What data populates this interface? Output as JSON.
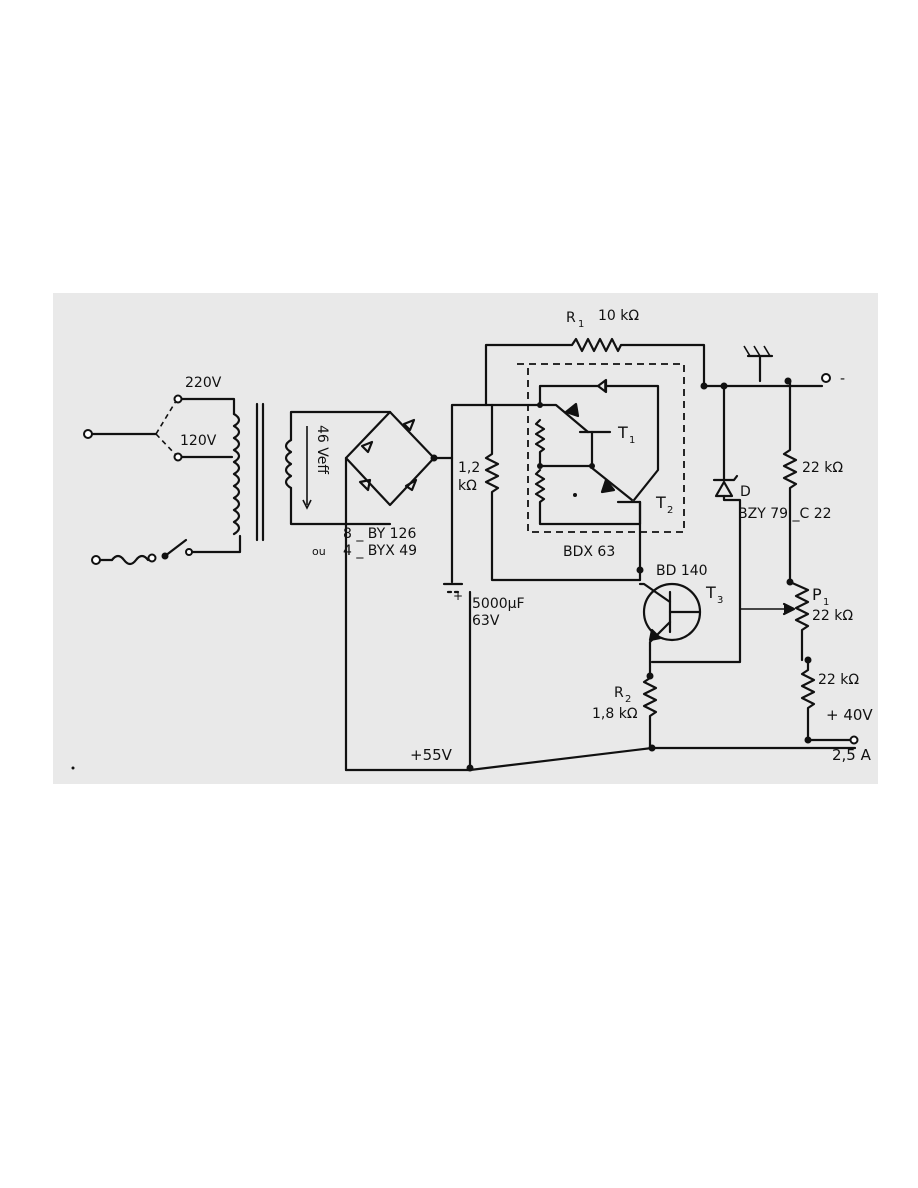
{
  "labels": {
    "v220": "220V",
    "v120": "120V",
    "secondary": "46 Veff",
    "rect1": "8 _ BY 126",
    "ou": "ou",
    "rect2": "4 _ BYX 49",
    "r1": "R",
    "r1_sub": "1",
    "r1_val": "10 kΩ",
    "r12_a": "1,2",
    "r12_b": "kΩ",
    "t1": "T",
    "t1_sub": "1",
    "t2": "T",
    "t2_sub": "2",
    "bdx": "BDX 63",
    "bd140": "BD 140",
    "t3": "T",
    "t3_sub": "3",
    "cap_a": "5000μF",
    "cap_b": "63V",
    "r2": "R",
    "r2_sub": "2",
    "r2_val": "1,8 kΩ",
    "v55": "+55V",
    "zener_d": "D",
    "zener": "BZY 79 _C 22",
    "r22_top": "22 kΩ",
    "p1": "P",
    "p1_sub": "1",
    "p1_val": "22 kΩ",
    "r22_bot": "22 kΩ",
    "v40": "+ 40V",
    "amp": "2,5 A",
    "minus": "-"
  }
}
